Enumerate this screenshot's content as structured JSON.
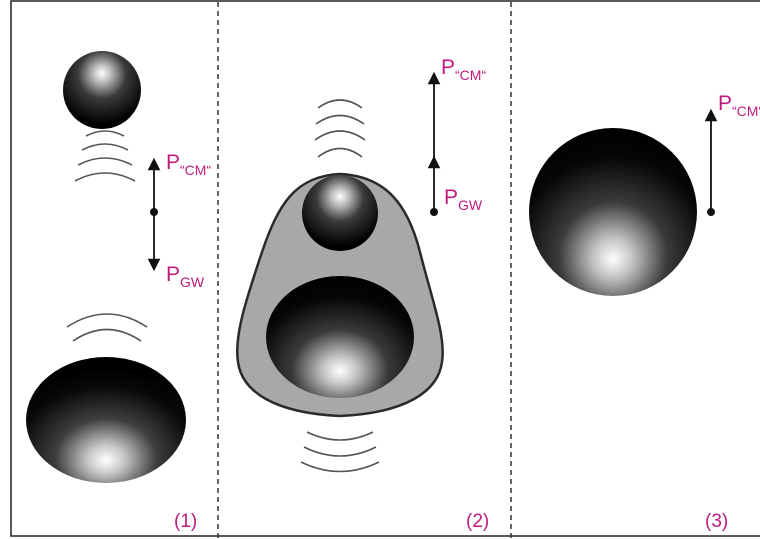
{
  "colors": {
    "label": "#c01a7c",
    "frame": "#222222",
    "divider": "#333333",
    "envelope_fill": "#a8a8a8",
    "ripple": "#555555"
  },
  "labels": {
    "p": "P",
    "cm_sub": "“CM“",
    "cm_sub_panel3": "“CM“",
    "gw_sub": "GW"
  },
  "panels": [
    {
      "number": "(1)"
    },
    {
      "number": "(2)"
    },
    {
      "number": "(3)"
    }
  ]
}
